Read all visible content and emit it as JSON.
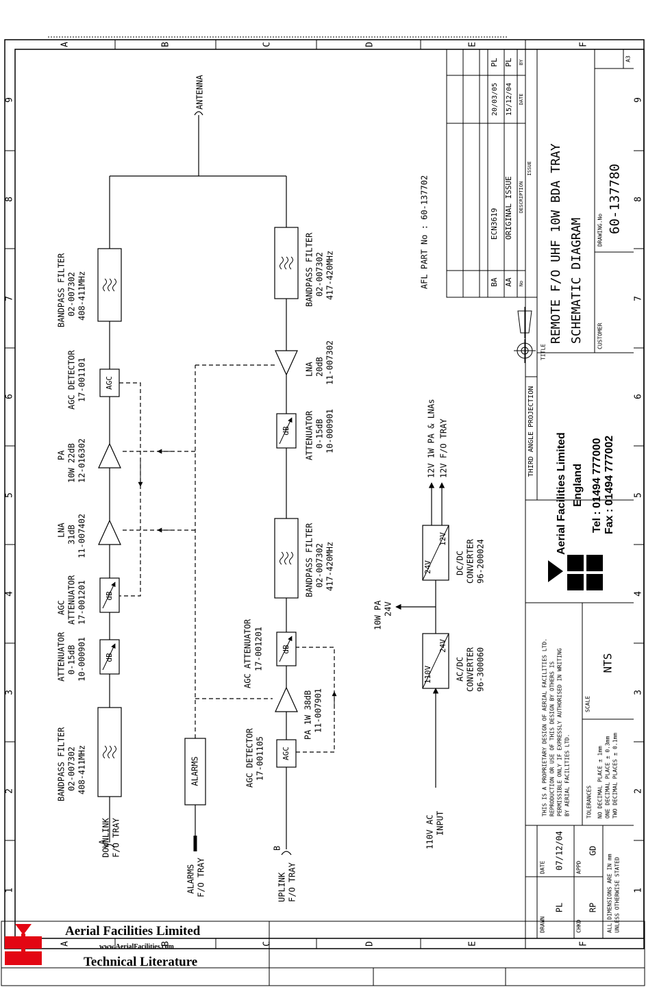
{
  "title_block": {
    "company": "Aerial Facilities Limited",
    "country": "England",
    "tel": "Tel : 01494 777000",
    "fax": "Fax : 01494 777002",
    "projection": "THIRD ANGLE PROJECTION",
    "title_label": "TITLE",
    "title_line1": "REMOTE F/O UHF 10W BDA TRAY",
    "title_line2": "SCHEMATIC DIAGRAM",
    "customer_label": "CUSTOMER",
    "drawing_no_label": "DRAWING.No",
    "drawing_no": "60-137780",
    "sheet_size": "A3",
    "scale_label": "SCALE",
    "scale": "NTS",
    "tolerances_label": "TOLERANCES",
    "tol1": "NO DECIMAL PLACE ± 1mm",
    "tol2": "ONE DECIMAL PLACE ± 0.3mm",
    "tol3": "TWO DECIMAL PLACES ± 0.1mm",
    "proprietary1": "THIS IS A PROPRIETARY DESIGN OF AERIAL FACILITIES LTD.",
    "proprietary2": "REPRODUCTION OR USE OF THIS DESIGN BY OTHERS IS",
    "proprietary3": "PERMISSIBLE ONLY IF EXPRESSLY AUTHORISED IN WRITING",
    "proprietary4": "BY AERIAL FACILITIES LTD.",
    "drawn_label": "DRAWN",
    "drawn": "PL",
    "date_label": "DATE",
    "date": "07/12/04",
    "chkd_label": "CHKD",
    "chkd": "RP",
    "appd_label": "APPD",
    "appd": "GD",
    "dims1": "ALL DIMENSIONS ARE IN mm",
    "dims2": "UNLESS OTHERWISE STATED"
  },
  "revisions": {
    "headers": {
      "no": "No",
      "description": "DESCRIPTION",
      "issue": "ISSUE",
      "date": "DATE",
      "by": "BY"
    },
    "rows": [
      {
        "no": "BA",
        "description": "ECN3619",
        "date": "20/03/05",
        "by": "PL"
      },
      {
        "no": "AA",
        "description": "ORIGINAL ISSUE",
        "date": "15/12/04",
        "by": "PL"
      }
    ]
  },
  "part_no": "AFL PART No : 60-137702",
  "grid": {
    "letters": [
      "A",
      "B",
      "C",
      "D",
      "E",
      "F"
    ],
    "numbers": [
      "1",
      "2",
      "3",
      "4",
      "5",
      "6",
      "7",
      "8",
      "9"
    ]
  },
  "schematic": {
    "antenna": "ANTENNA",
    "downlink": {
      "port": "A",
      "label1": "DOWNLINK",
      "label2": "F/O TRAY"
    },
    "uplink": {
      "port": "B",
      "label1": "UPLINK",
      "label2": "F/O TRAY"
    },
    "alarms_port": {
      "label1": "ALARMS",
      "label2": "F/O TRAY"
    },
    "alarms_box": "ALARMS",
    "dl_bpf1": {
      "l1": "BANDPASS FILTER",
      "l2": "02-007302",
      "l3": "408-411MHz"
    },
    "dl_att": {
      "l1": "ATTENUATOR",
      "l2": "0-15dB",
      "l3": "10-000901",
      "box": "dB"
    },
    "dl_agc_att": {
      "l1": "AGC",
      "l2": "ATTENUATOR",
      "l3": "17-001201",
      "box": "dB"
    },
    "dl_lna": {
      "l1": "LNA",
      "l2": "31dB",
      "l3": "11-007402"
    },
    "dl_pa": {
      "l1": "PA",
      "l2": "10W 22dB",
      "l3": "12-016302"
    },
    "dl_agc_det": {
      "l1": "AGC DETECTOR",
      "l2": "17-001101",
      "box": "AGC"
    },
    "dl_bpf2": {
      "l1": "BANDPASS FILTER",
      "l2": "02-007302",
      "l3": "408-411MHz"
    },
    "ul_agc_det": {
      "l1": "AGC DETECTOR",
      "l2": "17-001105",
      "box": "AGC"
    },
    "ul_pa": {
      "l1": "PA 1W 38dB",
      "l2": "11-007901"
    },
    "ul_agc_att": {
      "l1": "AGC ATTENUATOR",
      "l2": "17-001201",
      "box": "dB"
    },
    "ul_bpf1": {
      "l1": "BANDPASS FILTER",
      "l2": "02-007302",
      "l3": "417-420MHz"
    },
    "ul_att": {
      "l1": "ATTENUATOR",
      "l2": "0-15dB",
      "l3": "10-000901",
      "box": "dB"
    },
    "ul_lna": {
      "l1": "LNA",
      "l2": "20dB",
      "l3": "11-007302"
    },
    "ul_bpf2": {
      "l1": "BANDPASS FILTER",
      "l2": "02-007302",
      "l3": "417-420MHz"
    },
    "power": {
      "input1": "110V AC",
      "input2": "INPUT",
      "acdc_in": "110V",
      "acdc_out": "24V",
      "acdc1": "AC/DC",
      "acdc2": "CONVERTER",
      "acdc3": "96-300060",
      "pa_out1": "10W PA",
      "pa_out2": "24V",
      "dcdc_in": "24V",
      "dcdc_out": "12V",
      "dcdc1": "DC/DC",
      "dcdc2": "CONVERTER",
      "dcdc3": "96-200024",
      "out1": "12V 1W PA & LNAs",
      "out2": "12V F/O TRAY"
    }
  },
  "footer": {
    "company": "Aerial Facilities Limited",
    "url": "www.AerialFacilities.com",
    "subtitle": "Technical Literature"
  },
  "colors": {
    "logo_red": "#e30613",
    "ink": "#000000"
  }
}
